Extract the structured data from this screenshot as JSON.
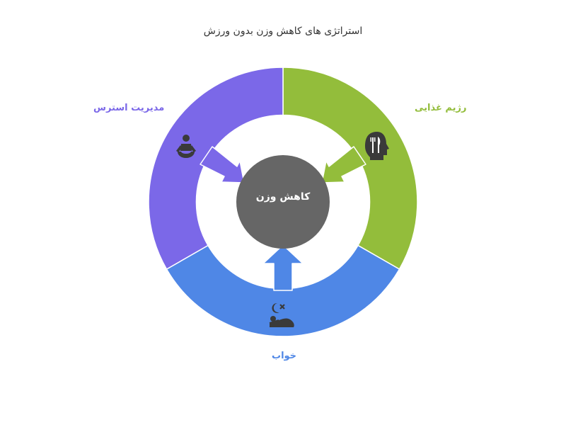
{
  "title": "استراتژی های کاهش وزن بدون ورزش",
  "center": {
    "label": "کاهش وزن"
  },
  "segments": {
    "diet": {
      "label": "رژیم غذایی",
      "color": "#93bd3b",
      "icon": "head-fork-knife-icon"
    },
    "sleep": {
      "label": "خواب",
      "color": "#4f87e6",
      "icon": "sleep-moon-icon"
    },
    "stress": {
      "label": "مدیریت استرس",
      "color": "#7b68e8",
      "icon": "meditation-icon"
    }
  },
  "center_color": "#666666",
  "icon_color": "#3a3a3a"
}
